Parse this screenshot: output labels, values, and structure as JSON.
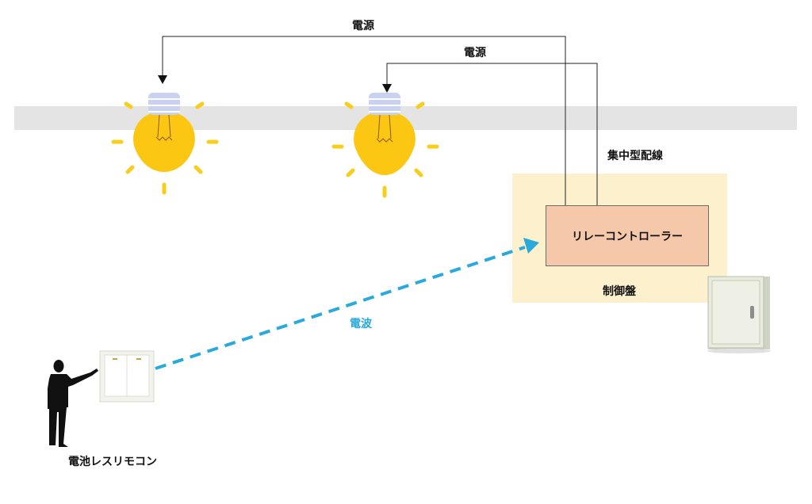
{
  "labels": {
    "power_1": "電源",
    "power_2": "電源",
    "centralized_wiring": "集中型配線",
    "relay_controller": "リレーコントローラー",
    "control_panel": "制御盤",
    "radio_wave": "電波",
    "remote": "電池レスリモコン"
  },
  "colors": {
    "ceiling": "#e4e4e4",
    "panel_area": "#fdf1cd",
    "relay_box": "#f6c8aa",
    "radio_wave": "#29a9dc",
    "bulb": "#fbc712",
    "bulb_rays": "#f8ce1b",
    "bulb_base": "#c9d2f0"
  },
  "icons": [
    "light-bulb-icon",
    "light-bulb-icon",
    "control-cabinet-icon",
    "wall-switch-icon",
    "person-pointing-icon"
  ]
}
